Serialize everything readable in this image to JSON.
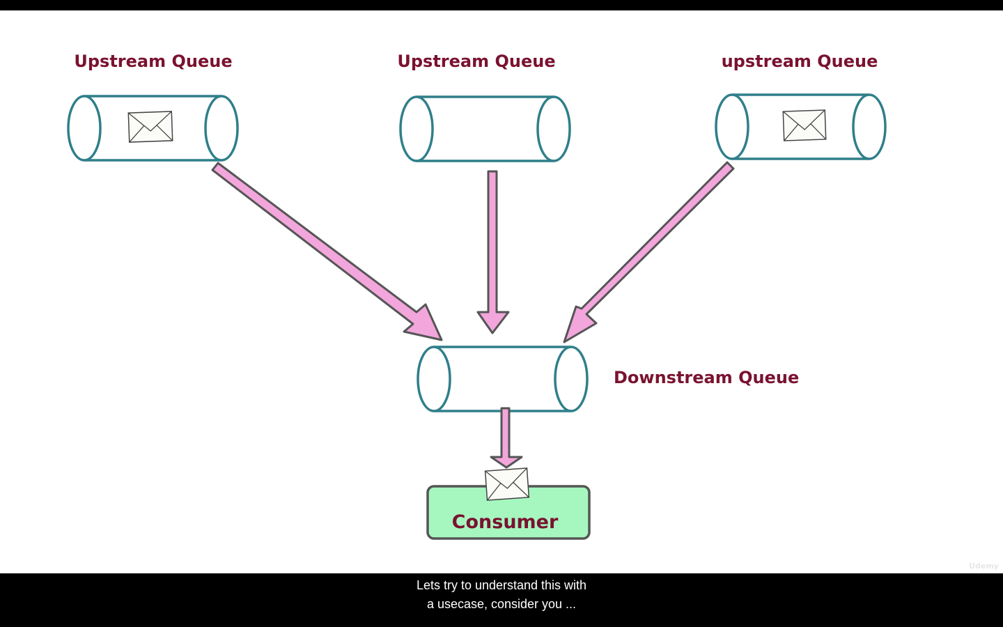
{
  "diagram": {
    "upstream_queues": [
      {
        "label": "Upstream Queue",
        "has_message": true
      },
      {
        "label": "Upstream Queue",
        "has_message": false
      },
      {
        "label": "upstream Queue",
        "has_message": true
      }
    ],
    "downstream_queue": {
      "label": "Downstream Queue"
    },
    "consumer": {
      "label": "Consumer",
      "has_message": true
    },
    "colors": {
      "queue_outline": "#2f7f8a",
      "arrow_fill": "#f2a6dc",
      "arrow_outline": "#555555",
      "label_text": "#7a1230",
      "consumer_fill": "#a6f7bf",
      "consumer_outline": "#555555"
    }
  },
  "watermark": {
    "text": "Udemy"
  },
  "caption": {
    "line1": "Lets try to understand this with",
    "line2": "a usecase, consider you ..."
  }
}
